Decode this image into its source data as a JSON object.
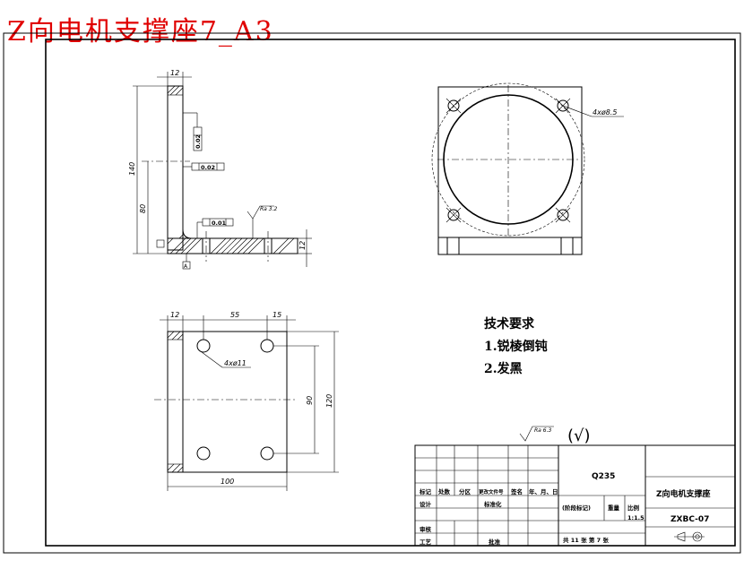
{
  "title": "Z向电机支撑座7_A3",
  "front_view": {
    "dim_top": "12",
    "dim_height": "140",
    "dim_mid": "80",
    "dim_thick": "12",
    "datum": "A",
    "tol_parallel": "0.02",
    "tol_perp": "0.02",
    "tol_parallel_2": "0.01",
    "roughness": "Ra 3.2"
  },
  "top_view": {
    "hole_note": "4xø8.5"
  },
  "plan_view": {
    "dim_12": "12",
    "dim_55": "55",
    "dim_15": "15",
    "dim_90": "90",
    "dim_120": "120",
    "dim_100": "100",
    "hole_note": "4xø11"
  },
  "tech_req": {
    "heading": "技术要求",
    "items": [
      "1.锐棱倒钝",
      "2.发黑"
    ]
  },
  "roughness_note": {
    "value": "Ra 6.3",
    "check": "(√)"
  },
  "title_block": {
    "material": "Q235",
    "part_name": "Z向电机支撑座",
    "drawing_no": "ZXBC-07",
    "scale_label": "比例",
    "scale": "1:1.5",
    "weight_label": "重量",
    "stage_label": "(阶段标记)",
    "sheets": "共 11 张   第 7 张",
    "rev_headers": [
      "标记",
      "处数",
      "分区",
      "更改文件号",
      "签名",
      "年、月、日"
    ],
    "design": "设计",
    "std": "标准化",
    "review": "审核",
    "process": "工艺",
    "approve": "批准"
  }
}
